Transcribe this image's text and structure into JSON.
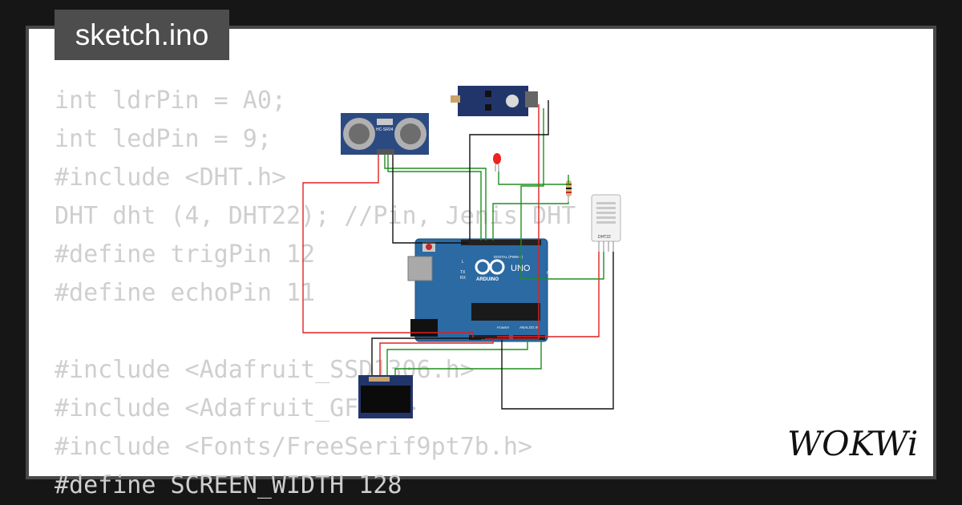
{
  "title": "sketch.ino",
  "code_lines": [
    "int ldrPin = A0;",
    "int ledPin = 9;",
    "#include <DHT.h>",
    "DHT dht (4, DHT22); //Pin, Jenis DHT",
    "#define trigPin 12",
    "#define echoPin 11",
    "",
    "#include <Adafruit_SSD1306.h>",
    "#include <Adafruit_GFX.h>",
    "#include <Fonts/FreeSerif9pt7b.h>",
    "#define SCREEN_WIDTH 128"
  ],
  "components": {
    "ultrasonic_label": "HC-SR04",
    "dht_label": "DHT22",
    "arduino_brand": "ARDUINO",
    "arduino_model": "UNO",
    "digital_label": "DIGITAL (PWM ~)",
    "analog_label": "ANALOG IN",
    "power_label": "POWER",
    "on_label": "ON",
    "tx_label": "TX",
    "rx_label": "RX",
    "l_label": "L"
  },
  "logo_text": "WOKWi",
  "colors": {
    "background": "#161616",
    "frame": "#484848",
    "canvas": "#ffffff",
    "code_text": "#cfcfcf",
    "wire_red": "#e02020",
    "wire_green": "#1f8f1f",
    "wire_black": "#111111",
    "arduino_blue": "#2b6aa3",
    "sensor_blue": "#2c4a82"
  }
}
